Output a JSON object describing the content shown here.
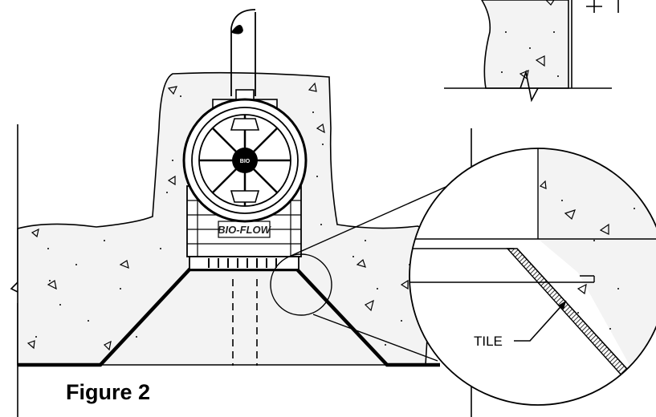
{
  "figure": {
    "caption": "Figure 2",
    "callout_label": "TILE",
    "brand_text": "BIO-FLOW",
    "hub_text": "BIO"
  },
  "colors": {
    "line": "#000000",
    "concrete_fill": "#f2f2f2",
    "background": "#ffffff"
  }
}
